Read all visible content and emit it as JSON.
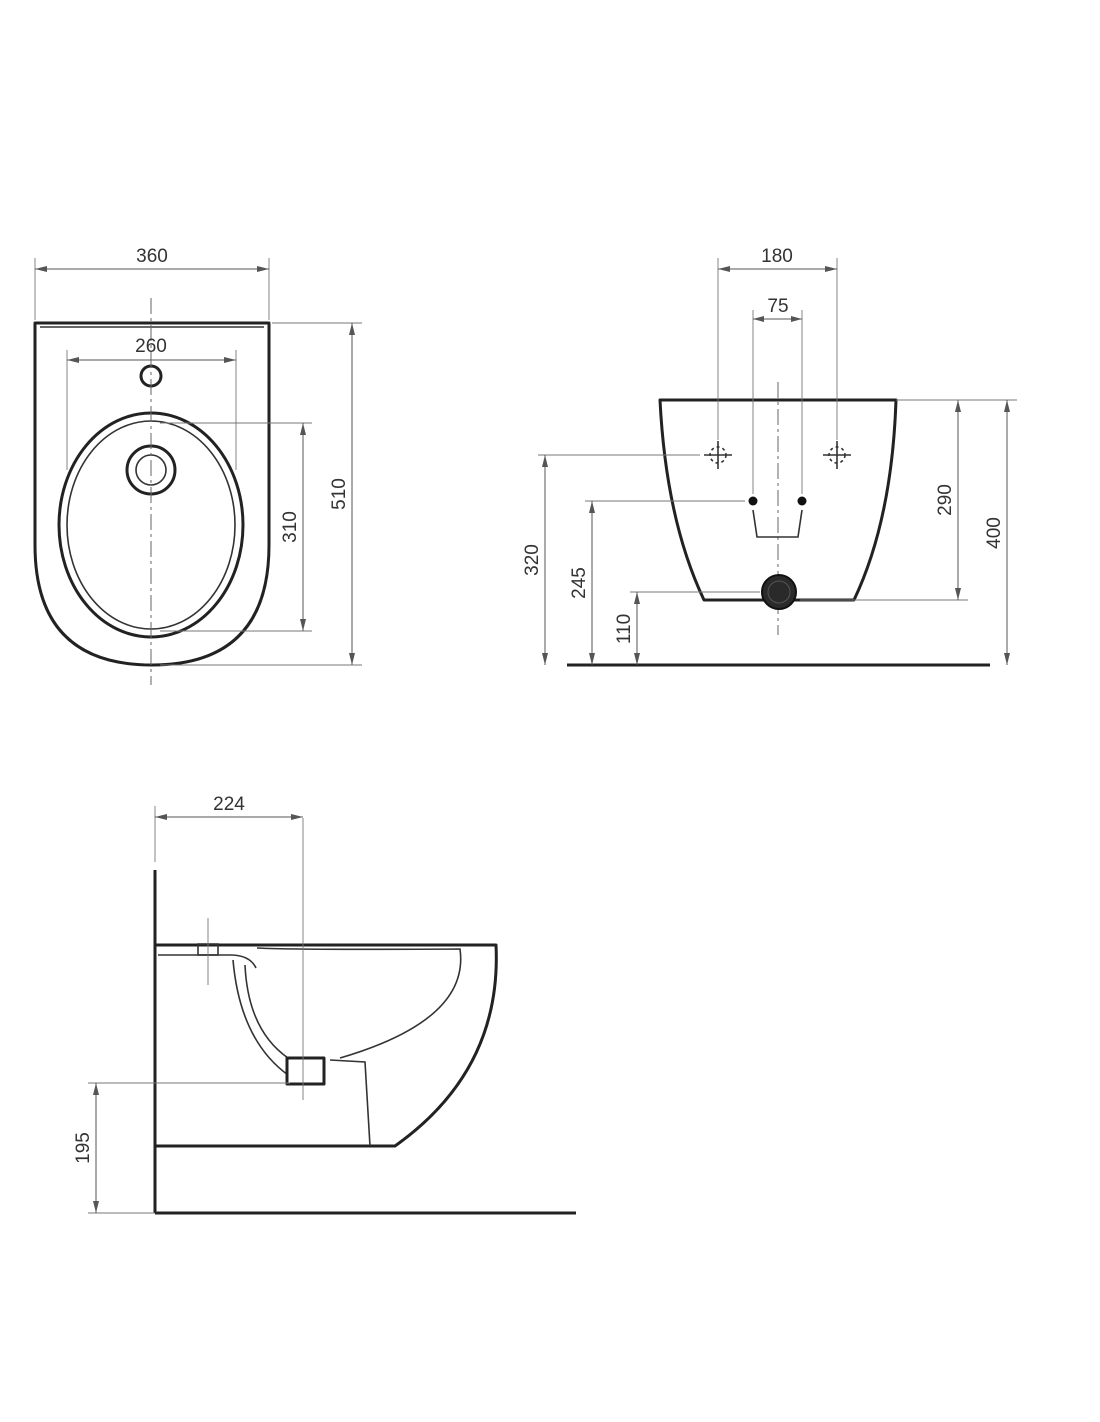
{
  "drawing": {
    "top_view": {
      "overall_width": "360",
      "tap_hole_spacing": "260",
      "bowl_length": "310",
      "overall_depth": "510"
    },
    "rear_view": {
      "fixing_bolt_spacing": "180",
      "water_connection_spacing": "75",
      "fixing_bolt_height": "320",
      "water_connection_height": "245",
      "waste_outlet_height": "110",
      "body_height": "290",
      "rim_height": "400"
    },
    "side_view": {
      "outlet_distance_from_wall": "224",
      "outlet_height": "195"
    }
  }
}
